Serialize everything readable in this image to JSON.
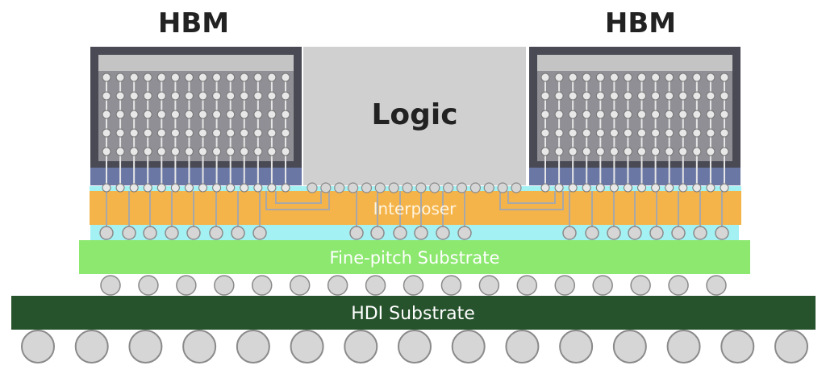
{
  "labels": {
    "hbm_left": "HBM",
    "hbm_right": "HBM",
    "logic": "Logic",
    "interposer": "Interposer",
    "fine_pitch": "Fine-pitch Substrate",
    "hdi": "HDI Substrate"
  },
  "colors": {
    "hbm_frame": "#4a4a55",
    "hbm_die": "#8f8f95",
    "hbm_top": "#c4c4c4",
    "hbm_base": "#6a77a4",
    "logic": "#d0d0d0",
    "interposer": "#f5b44a",
    "interposer_text": "#fff4de",
    "cyan_layer": "#a4f1f3",
    "fine_pitch": "#8de870",
    "hdi": "#26522c",
    "bump": "#d6d6d6",
    "bump_stroke": "#8a8a8a",
    "tsv": "#a8a8a8",
    "trace": "#a8a8a8",
    "label_dark": "#222222",
    "label_light": "#ffffff"
  },
  "structure": {
    "hbm_stack_columns": 14,
    "hbm_stack_rows": 5,
    "c4_bump_count": 17,
    "bga_ball_count": 15
  }
}
